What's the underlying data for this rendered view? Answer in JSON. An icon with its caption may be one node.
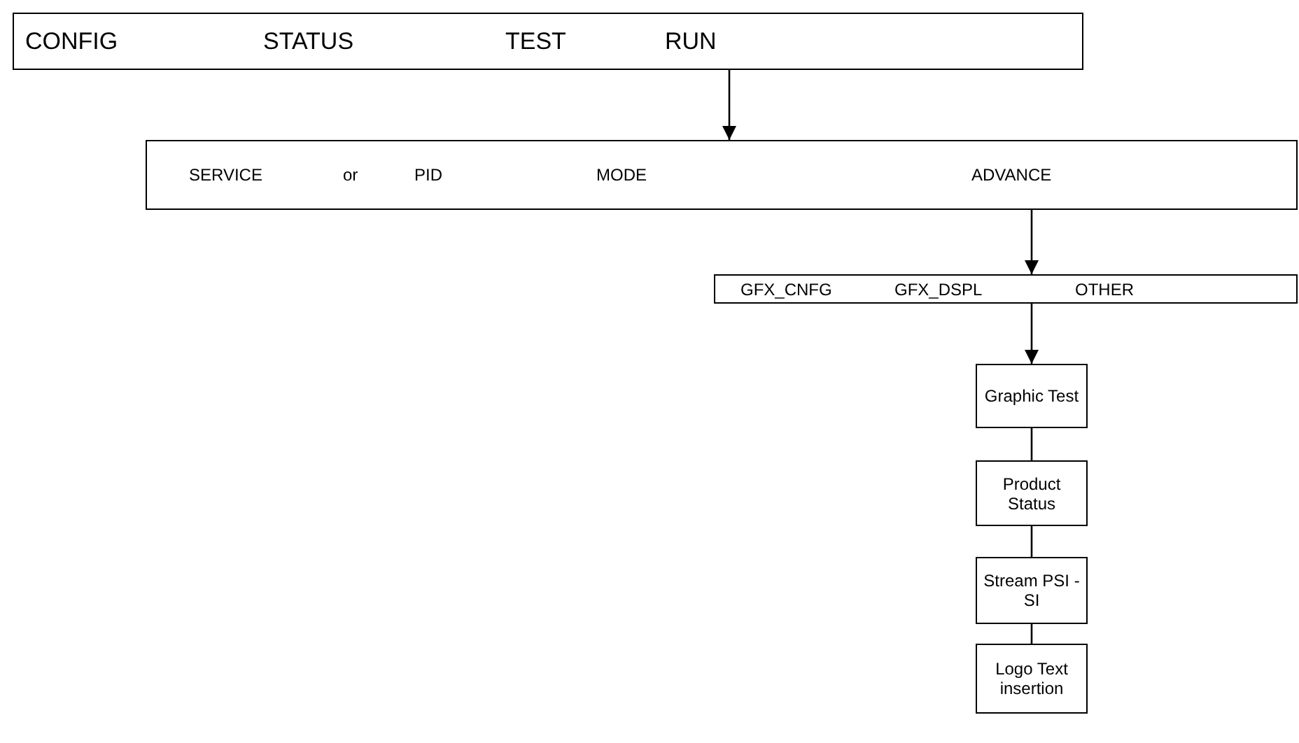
{
  "diagram": {
    "nodes": [
      {
        "text": [
          "CONFIG",
          "STATUS",
          "TEST",
          "RUN"
        ]
      },
      {
        "text": [
          "SERVICE",
          "or",
          "PID",
          "MODE",
          "ADVANCE"
        ]
      },
      {
        "text": [
          "GFX_CNFG",
          "GFX_DSPL",
          "OTHER"
        ]
      },
      {
        "text": [
          "Graphic Test"
        ]
      },
      {
        "text": [
          "Product Status"
        ]
      },
      {
        "text": [
          "Stream PSI - SI"
        ]
      },
      {
        "text": [
          "Logo Text insertion"
        ]
      }
    ],
    "edges": [
      {
        "from": 0,
        "to": 1,
        "arrow": "to"
      },
      {
        "from": 1,
        "to": 2,
        "arrow": "to"
      },
      {
        "from": 2,
        "to": 3,
        "arrow": "to"
      },
      {
        "from": 3,
        "to": 4,
        "arrow": "none"
      },
      {
        "from": 4,
        "to": 5,
        "arrow": "none"
      },
      {
        "from": 5,
        "to": 6,
        "arrow": "none"
      }
    ]
  }
}
